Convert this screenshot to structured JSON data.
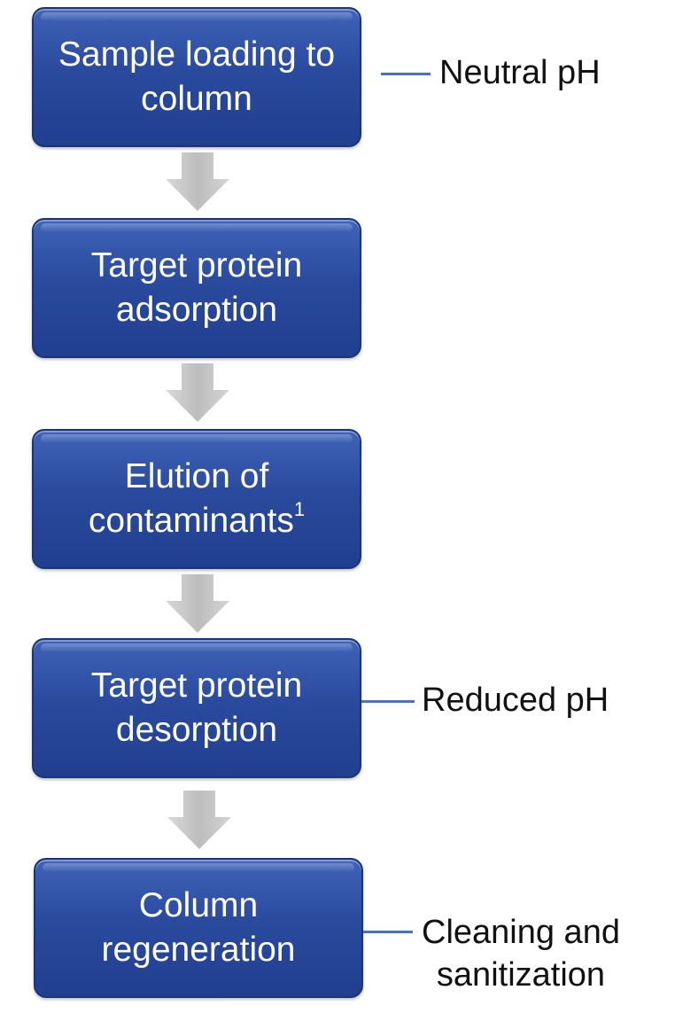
{
  "steps": [
    {
      "label": "Sample loading to\ncolumn",
      "sup": ""
    },
    {
      "label": "Target protein\nadsorption",
      "sup": ""
    },
    {
      "label": "Elution of\ncontaminants",
      "sup": "1"
    },
    {
      "label": "Target protein\ndesorption",
      "sup": ""
    },
    {
      "label": "Column\nregeneration",
      "sup": ""
    }
  ],
  "annotations": {
    "loading": "Neutral pH",
    "desorption": "Reduced pH",
    "regeneration": "Cleaning and\nsanitization"
  },
  "colors": {
    "box_fill": "#2a4a9e",
    "arrow_fill": "#c4c4c4",
    "connector": "#4a72c4"
  }
}
